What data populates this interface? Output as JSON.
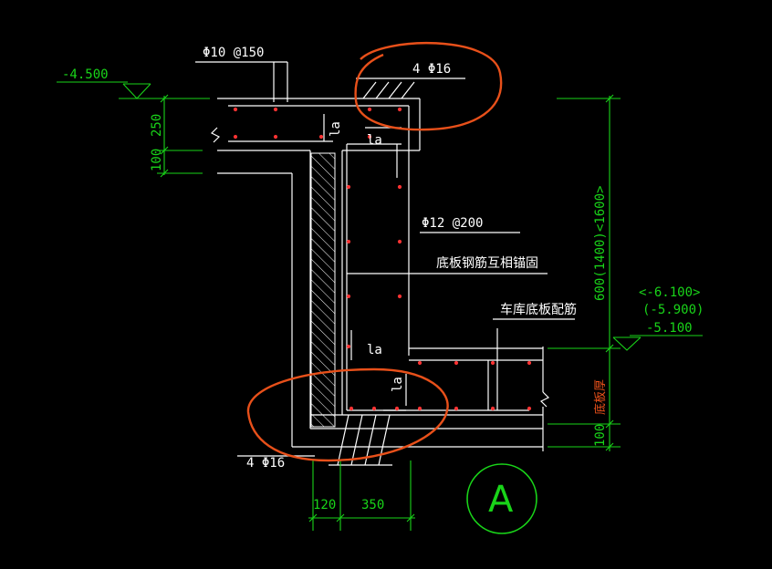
{
  "labels": {
    "elev_top": "-4.500",
    "rebar_top": "Φ10 @150",
    "bars_top": "4 Φ16",
    "dim_250": "250",
    "dim_100_left": "100",
    "la_1": "la",
    "la_2": "la",
    "rebar_mid": "Φ12 @200",
    "note_anchor": "底板钢筋互相锚固",
    "note_garage": "车库底板配筋",
    "la_3": "la",
    "la_4": "la",
    "dim_vertical": "600(1400)<1600>",
    "elev_a": "<-6.100>",
    "elev_b": "(-5.900)",
    "elev_c": "-5.100",
    "slab_thick": "底板厚",
    "dim_100_right": "100",
    "bars_bottom": "4 Φ16",
    "dim_120": "120",
    "dim_350": "350",
    "detail_mark": "A"
  },
  "colors": {
    "background": "#000000",
    "linework": "#ffffff",
    "dimension": "#19d419",
    "rebar_dot": "#ff3333",
    "markup": "#e8501a"
  }
}
